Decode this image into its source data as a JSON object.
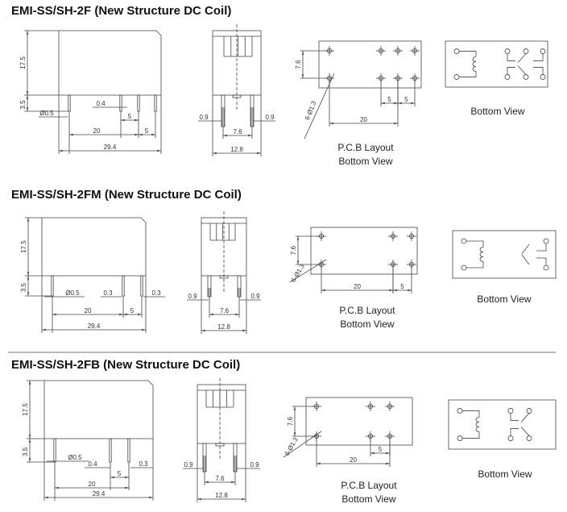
{
  "sections": [
    {
      "title": "EMI-SS/SH-2F (New Structure DC Coil)",
      "side": {
        "height": "17.5",
        "pin_length": "3.5",
        "pin_dia": "Ø0.5",
        "pin_width_a": "0.4",
        "pitch_a": "5",
        "pitch_main": "20",
        "pitch_b": "5",
        "length": "29.4"
      },
      "front": {
        "left_offset": "0.9",
        "right_offset": "0.9",
        "pin_span": "7.6",
        "width": "12.8"
      },
      "pcb": {
        "row_spacing": "7.6",
        "hole_spec": "6-Ø1.3",
        "pitch_a": "5",
        "pitch_b": "5",
        "pitch_main": "20",
        "caption_line1": "P.C.B Layout",
        "caption_line2": "Bottom View"
      },
      "bottom_view": {
        "caption": "Bottom View"
      }
    },
    {
      "title": "EMI-SS/SH-2FM (New Structure DC Coil)",
      "side": {
        "height": "17.5",
        "pin_length": "3.5",
        "pin_dia": "Ø0.5",
        "pin_width_a": "0.3",
        "pin_width_b": "0.3",
        "pitch_main": "20",
        "pitch_b": "5",
        "length": "29.4"
      },
      "front": {
        "left_offset": "0.9",
        "right_offset": "0.9",
        "pin_span": "7.6",
        "width": "12.8"
      },
      "pcb": {
        "row_spacing": "7.6",
        "hole_spec": "6-Ø1.3",
        "pitch_main": "20",
        "pitch_b": "5",
        "caption_line1": "P.C.B Layout",
        "caption_line2": "Bottom View"
      },
      "bottom_view": {
        "caption": "Bottom View"
      }
    },
    {
      "title": "EMI-SS/SH-2FB (New Structure DC Coil)",
      "side": {
        "height": "17.5",
        "pin_length": "3.5",
        "pin_dia": "Ø0.5",
        "pin_width_a": "0.4",
        "pin_width_b": "0.3",
        "pitch_a": "5",
        "pitch_main": "20",
        "length": "29.4"
      },
      "front": {
        "left_offset": "0.9",
        "right_offset": "0.9",
        "pin_span": "7.6",
        "width": "12.8"
      },
      "pcb": {
        "row_spacing": "7.6",
        "hole_spec": "6-Ø1.3",
        "pitch_b": "5",
        "pitch_main": "20",
        "caption_line1": "P.C.B Layout",
        "caption_line2": "Bottom View"
      },
      "bottom_view": {
        "caption": "Bottom View"
      }
    }
  ]
}
